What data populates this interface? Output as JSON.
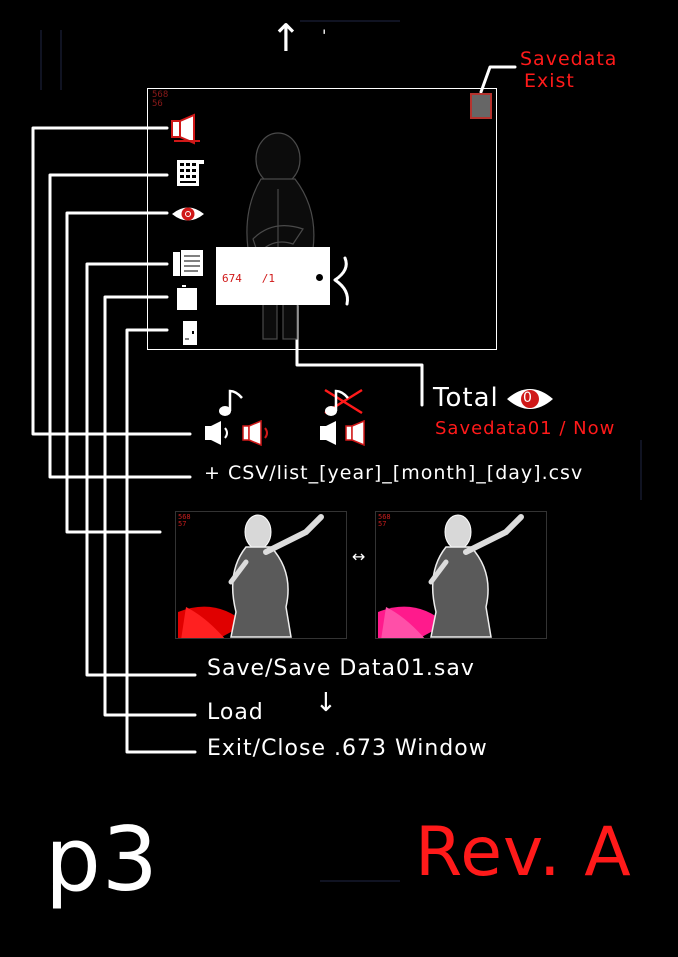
{
  "top_arrow": "↑",
  "top_tick": "'",
  "savedata_note": {
    "line1": "Savedata",
    "line2": "Exist"
  },
  "window_counter": {
    "line1": "568",
    "line2": "56"
  },
  "tag_label": "674   /1",
  "total_note": {
    "label": "Total",
    "badge": "0",
    "sub": "Savedata01 / Now"
  },
  "csv_note": "+ CSV/list_[year]_[month]_[day].csv",
  "swap_arrow": "↔",
  "preview_counter": {
    "line1": "568",
    "line2": "57"
  },
  "save_note": "Save/Save Data01.sav",
  "load_note": "Load",
  "load_arrow": "↓",
  "exit_note": "Exit/Close .673 Window",
  "page_label": "p3",
  "revision_label": "Rev. A",
  "colors": {
    "accent_red": "#ff1a1a",
    "line": "#ffffff",
    "background": "#000000",
    "pink": "#ff1a8c"
  },
  "icons": [
    "speaker-icon",
    "keypad-icon",
    "eye-icon",
    "manual-icon",
    "load-card-icon",
    "exit-door-icon",
    "music-note-icon",
    "muted-note-icon",
    "speaker-off-icon"
  ]
}
